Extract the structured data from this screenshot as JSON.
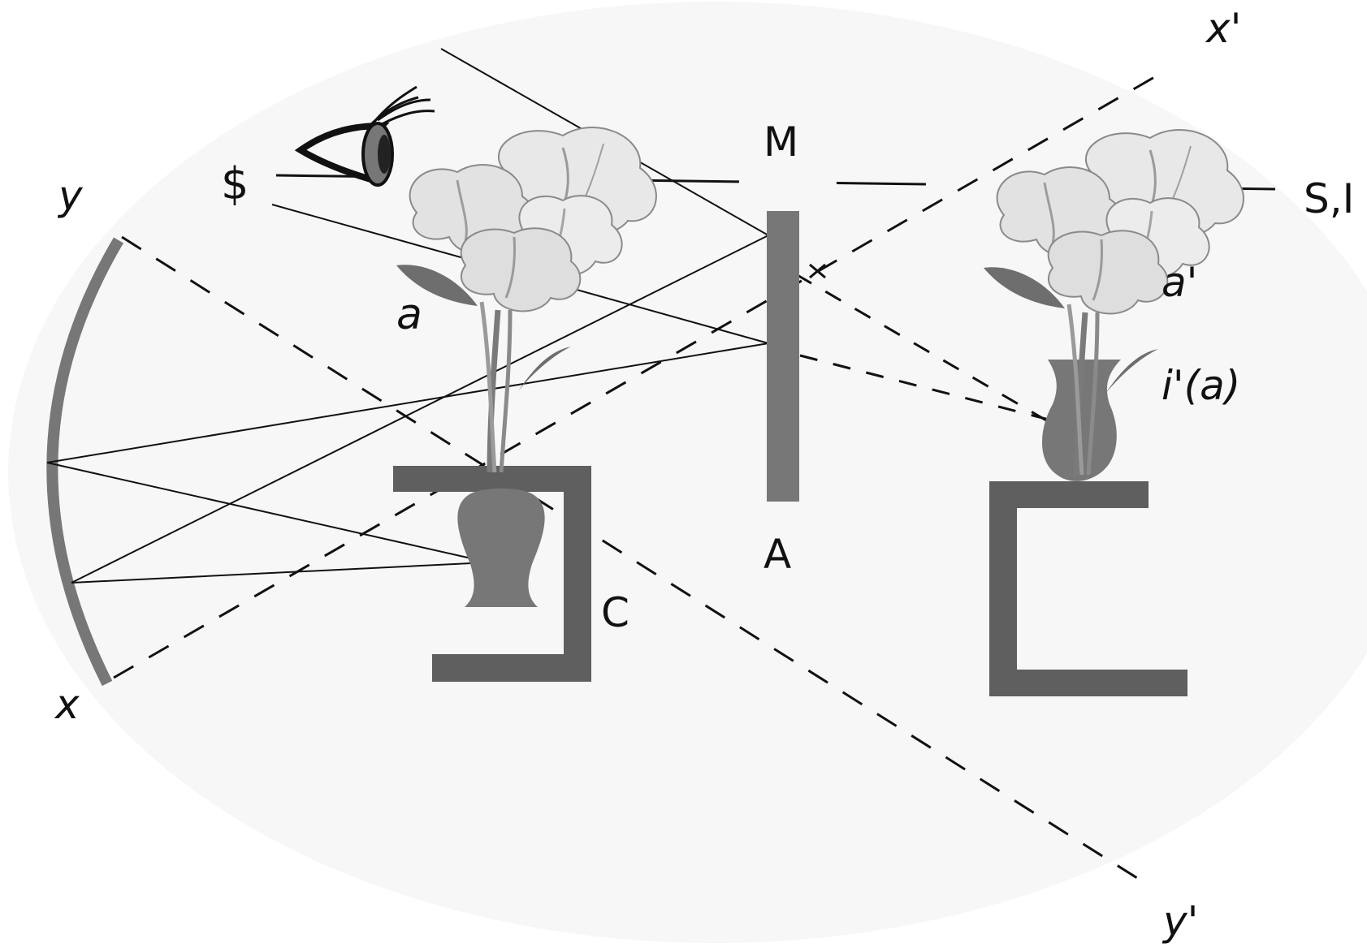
{
  "diagram": {
    "labels": {
      "x_prime": "x'",
      "y_label": "y",
      "s_barred": "$",
      "m": "M",
      "s_i": "S,I",
      "a": "a",
      "a_prime": "a'",
      "i_prime_a": "i'(a)",
      "a_mirror": "A",
      "c": "C",
      "x_label": "x",
      "y_prime": "y'"
    },
    "colors": {
      "background_ellipse": "#f7f7f7",
      "mirror": "#777777",
      "box": "#5f5f5f",
      "vase": "#777777",
      "petal": "#e4e4e4",
      "petal_dark": "#c9c9c9",
      "leaf": "#6e6e6e",
      "line": "#111111"
    },
    "icons": [
      "eye-icon",
      "flower-icon",
      "vase-icon",
      "mirror-icon"
    ]
  }
}
